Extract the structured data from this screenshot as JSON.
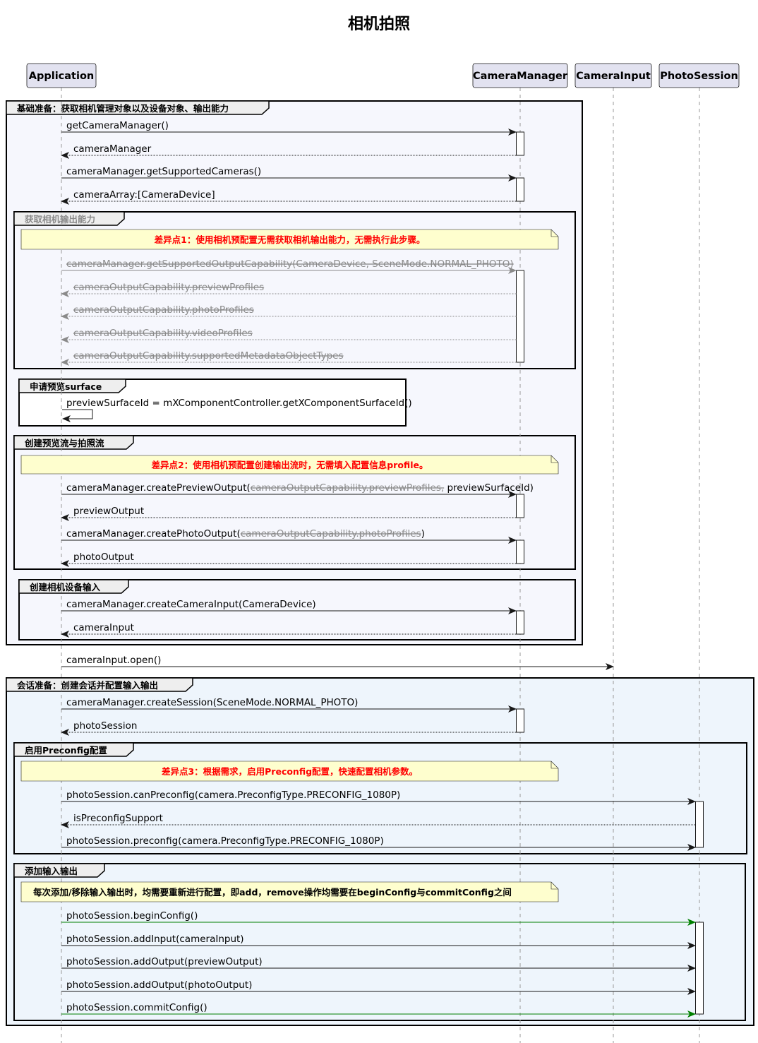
{
  "title": "相机拍照",
  "colors": {
    "participant_fill": "#e2e2f0",
    "participant_stroke": "#181818",
    "group_fill_1": "#f6f7fd",
    "group_fill_2": "#eef5fc",
    "note_fill": "#fefece",
    "note_red": "#ff0000",
    "arrow_green": "#008000",
    "disabled_grey": "#8a8a8a"
  },
  "participants": [
    {
      "id": "app",
      "label": "Application"
    },
    {
      "id": "cm",
      "label": "CameraManager"
    },
    {
      "id": "ci",
      "label": "CameraInput"
    },
    {
      "id": "ps",
      "label": "PhotoSession"
    }
  ],
  "groups": [
    {
      "id": "g1",
      "label": "基础准备：获取相机管理对象以及设备对象、输出能力"
    },
    {
      "id": "g2",
      "label": "获取相机输出能力",
      "disabled": true
    },
    {
      "id": "g3",
      "label": "申请预览surface"
    },
    {
      "id": "g4",
      "label": "创建预览流与拍照流"
    },
    {
      "id": "g5",
      "label": "创建相机设备输入"
    },
    {
      "id": "g6",
      "label": "会话准备：创建会话并配置输入输出"
    },
    {
      "id": "g7",
      "label": "启用Preconfig配置"
    },
    {
      "id": "g8",
      "label": "添加输入输出"
    }
  ],
  "notes": [
    {
      "id": "n1",
      "text": "差异点1：使用相机预配置无需获取相机输出能力，无需执行此步骤。",
      "color": "red"
    },
    {
      "id": "n2",
      "text": "差异点2：使用相机预配置创建输出流时，无需填入配置信息profile。",
      "color": "red"
    },
    {
      "id": "n3",
      "text": "差异点3：根据需求，启用Preconfig配置，快速配置相机参数。",
      "color": "red"
    },
    {
      "id": "n4",
      "text": "每次添加/移除输入输出时，均需要重新进行配置，即add，remove操作均需要在beginConfig与commitConfig之间",
      "color": "black"
    }
  ],
  "messages": [
    {
      "id": "m1",
      "from": "app",
      "to": "cm",
      "kind": "call",
      "segments": [
        {
          "text": "getCameraManager()"
        }
      ]
    },
    {
      "id": "m2",
      "from": "cm",
      "to": "app",
      "kind": "return",
      "segments": [
        {
          "text": "cameraManager"
        }
      ]
    },
    {
      "id": "m3",
      "from": "app",
      "to": "cm",
      "kind": "call",
      "segments": [
        {
          "text": "cameraManager.getSupportedCameras()"
        }
      ]
    },
    {
      "id": "m4",
      "from": "cm",
      "to": "app",
      "kind": "return",
      "segments": [
        {
          "text": "cameraArray:[CameraDevice]"
        }
      ]
    },
    {
      "id": "m5",
      "from": "app",
      "to": "cm",
      "kind": "call",
      "disabled": true,
      "segments": [
        {
          "text": "cameraManager.getSupportedOutputCapability(CameraDevice, SceneMode.NORMAL_PHOTO)",
          "strike": true
        }
      ]
    },
    {
      "id": "m6",
      "from": "cm",
      "to": "app",
      "kind": "return",
      "disabled": true,
      "segments": [
        {
          "text": "cameraOutputCapability.previewProfiles",
          "strike": true
        }
      ]
    },
    {
      "id": "m7",
      "from": "cm",
      "to": "app",
      "kind": "return",
      "disabled": true,
      "segments": [
        {
          "text": "cameraOutputCapability.photoProfiles",
          "strike": true
        }
      ]
    },
    {
      "id": "m8",
      "from": "cm",
      "to": "app",
      "kind": "return",
      "disabled": true,
      "segments": [
        {
          "text": "cameraOutputCapability.videoProfiles",
          "strike": true
        }
      ]
    },
    {
      "id": "m9",
      "from": "cm",
      "to": "app",
      "kind": "return",
      "disabled": true,
      "segments": [
        {
          "text": "cameraOutputCapability.supportedMetadataObjectTypes",
          "strike": true
        }
      ]
    },
    {
      "id": "m10",
      "from": "app",
      "to": "app",
      "kind": "self",
      "segments": [
        {
          "text": "previewSurfaceId = mXComponentController.getXComponentSurfaceId()"
        }
      ]
    },
    {
      "id": "m11",
      "from": "app",
      "to": "cm",
      "kind": "call",
      "segments": [
        {
          "text": "cameraManager.createPreviewOutput("
        },
        {
          "text": "cameraOutputCapability.previewProfiles,",
          "strike": true
        },
        {
          "text": " previewSurfaceId)"
        }
      ]
    },
    {
      "id": "m12",
      "from": "cm",
      "to": "app",
      "kind": "return",
      "segments": [
        {
          "text": "previewOutput"
        }
      ]
    },
    {
      "id": "m13",
      "from": "app",
      "to": "cm",
      "kind": "call",
      "segments": [
        {
          "text": "cameraManager.createPhotoOutput("
        },
        {
          "text": "cameraOutputCapability.photoProfiles",
          "strike": true
        },
        {
          "text": ")"
        }
      ]
    },
    {
      "id": "m14",
      "from": "cm",
      "to": "app",
      "kind": "return",
      "segments": [
        {
          "text": "photoOutput"
        }
      ]
    },
    {
      "id": "m15",
      "from": "app",
      "to": "cm",
      "kind": "call",
      "segments": [
        {
          "text": "cameraManager.createCameraInput(CameraDevice)"
        }
      ]
    },
    {
      "id": "m16",
      "from": "cm",
      "to": "app",
      "kind": "return",
      "segments": [
        {
          "text": "cameraInput"
        }
      ]
    },
    {
      "id": "m17",
      "from": "app",
      "to": "ci",
      "kind": "call",
      "segments": [
        {
          "text": "cameraInput.open()"
        }
      ]
    },
    {
      "id": "m18",
      "from": "app",
      "to": "cm",
      "kind": "call",
      "segments": [
        {
          "text": "cameraManager.createSession(SceneMode.NORMAL_PHOTO)"
        }
      ]
    },
    {
      "id": "m19",
      "from": "cm",
      "to": "app",
      "kind": "return",
      "segments": [
        {
          "text": "photoSession"
        }
      ]
    },
    {
      "id": "m20",
      "from": "app",
      "to": "ps",
      "kind": "call",
      "segments": [
        {
          "text": "photoSession.canPreconfig(camera.PreconfigType.PRECONFIG_1080P)"
        }
      ]
    },
    {
      "id": "m21",
      "from": "ps",
      "to": "app",
      "kind": "return",
      "segments": [
        {
          "text": "isPreconfigSupport"
        }
      ]
    },
    {
      "id": "m22",
      "from": "app",
      "to": "ps",
      "kind": "call",
      "segments": [
        {
          "text": "photoSession.preconfig(camera.PreconfigType.PRECONFIG_1080P)"
        }
      ]
    },
    {
      "id": "m23",
      "from": "app",
      "to": "ps",
      "kind": "call",
      "color": "green",
      "segments": [
        {
          "text": "photoSession.beginConfig()"
        }
      ]
    },
    {
      "id": "m24",
      "from": "app",
      "to": "ps",
      "kind": "call",
      "segments": [
        {
          "text": "photoSession.addInput(cameraInput)"
        }
      ]
    },
    {
      "id": "m25",
      "from": "app",
      "to": "ps",
      "kind": "call",
      "segments": [
        {
          "text": "photoSession.addOutput(previewOutput)"
        }
      ]
    },
    {
      "id": "m26",
      "from": "app",
      "to": "ps",
      "kind": "call",
      "segments": [
        {
          "text": "photoSession.addOutput(photoOutput)"
        }
      ]
    },
    {
      "id": "m27",
      "from": "app",
      "to": "ps",
      "kind": "call",
      "color": "green",
      "segments": [
        {
          "text": "photoSession.commitConfig()"
        }
      ]
    }
  ]
}
